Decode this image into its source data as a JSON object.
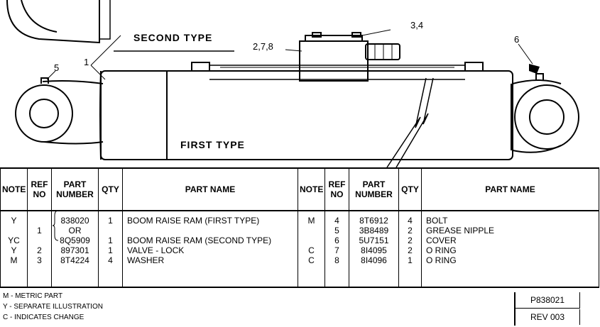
{
  "drawing": {
    "label_second_type": "SECOND TYPE",
    "label_first_type": "FIRST TYPE",
    "callouts": [
      "1",
      "2,7,8",
      "3,4",
      "5",
      "6"
    ]
  },
  "table": {
    "left_headers": [
      "NOTE",
      "REF NO",
      "PART NUMBER",
      "QTY",
      "PART NAME"
    ],
    "right_headers": [
      "NOTE",
      "REF NO",
      "PART NUMBER",
      "QTY",
      "PART NAME"
    ],
    "left": {
      "notes": [
        "Y",
        "",
        "YC",
        "Y",
        "M"
      ],
      "refs": [
        "",
        "1",
        "",
        "2",
        "3"
      ],
      "parts": [
        "838020",
        "OR",
        "8Q5909",
        "897301",
        "8T4224"
      ],
      "qty": [
        "1",
        "",
        "1",
        "1",
        "4"
      ],
      "names": [
        "BOOM RAISE RAM (FIRST TYPE)",
        "",
        "BOOM RAISE RAM (SECOND TYPE)",
        "VALVE - LOCK",
        "WASHER"
      ]
    },
    "right": {
      "notes": [
        "M",
        "",
        "",
        "C",
        "C"
      ],
      "refs": [
        "4",
        "5",
        "6",
        "7",
        "8"
      ],
      "parts": [
        "8T6912",
        "3B8489",
        "5U7151",
        "8I4095",
        "8I4096"
      ],
      "qty": [
        "4",
        "2",
        "2",
        "2",
        "1"
      ],
      "names": [
        "BOLT",
        "GREASE NIPPLE",
        "COVER",
        "O RING",
        "O RING"
      ]
    }
  },
  "legend": [
    "M - METRIC PART",
    "Y - SEPARATE ILLUSTRATION",
    "C - INDICATES CHANGE"
  ],
  "doc_box": {
    "number": "P838021",
    "revision": "REV 003"
  }
}
